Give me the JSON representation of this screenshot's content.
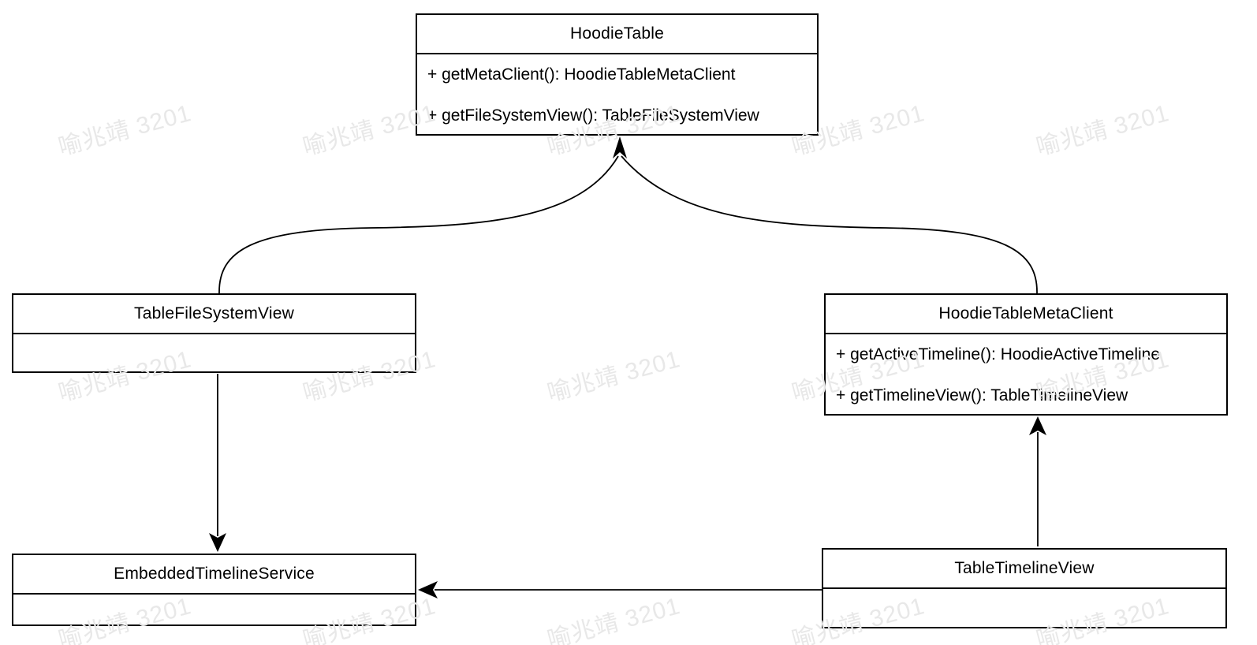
{
  "watermark": {
    "text": "喻兆靖 3201"
  },
  "diagram": {
    "type": "uml-class-diagram",
    "classes": [
      {
        "name": "HoodieTable",
        "methods": [
          "+ getMetaClient(): HoodieTableMetaClient",
          "+ getFileSystemView(): TableFileSystemView"
        ]
      },
      {
        "name": "TableFileSystemView",
        "methods": []
      },
      {
        "name": "HoodieTableMetaClient",
        "methods": [
          "+ getActiveTimeline(): HoodieActiveTimeline",
          "+ getTimelineView(): TableTimelineView"
        ]
      },
      {
        "name": "EmbeddedTimelineService",
        "methods": []
      },
      {
        "name": "TableTimelineView",
        "methods": []
      }
    ],
    "relations": [
      {
        "from": "TableFileSystemView",
        "to": "HoodieTable",
        "style": "curved-arrow"
      },
      {
        "from": "HoodieTableMetaClient",
        "to": "HoodieTable",
        "style": "curved-arrow"
      },
      {
        "from": "TableFileSystemView",
        "to": "EmbeddedTimelineService",
        "style": "straight-arrow"
      },
      {
        "from": "TableTimelineView",
        "to": "HoodieTableMetaClient",
        "style": "straight-arrow"
      },
      {
        "from": "TableTimelineView",
        "to": "EmbeddedTimelineService",
        "style": "straight-arrow"
      }
    ],
    "colors": {
      "line": "#000000",
      "background": "#ffffff",
      "watermark": "#e8e8e8"
    }
  }
}
